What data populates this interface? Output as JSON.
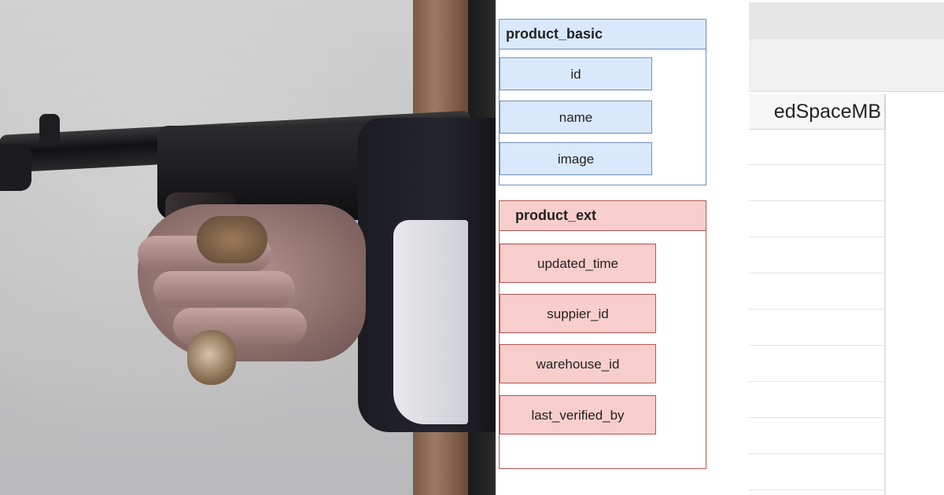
{
  "diagram": {
    "basic_table": {
      "title": "product_basic",
      "fields": [
        "id",
        "name",
        "image"
      ],
      "fill": "#dae8fc",
      "stroke": "#6c8ebf"
    },
    "ext_table": {
      "title": "product_ext",
      "fields": [
        "updated_time",
        "suppier_id",
        "warehouse_id",
        "last_verified_by"
      ],
      "fill": "#f8cecc",
      "stroke": "#b85450"
    }
  },
  "sheet": {
    "column_header": "edSpaceMB"
  }
}
